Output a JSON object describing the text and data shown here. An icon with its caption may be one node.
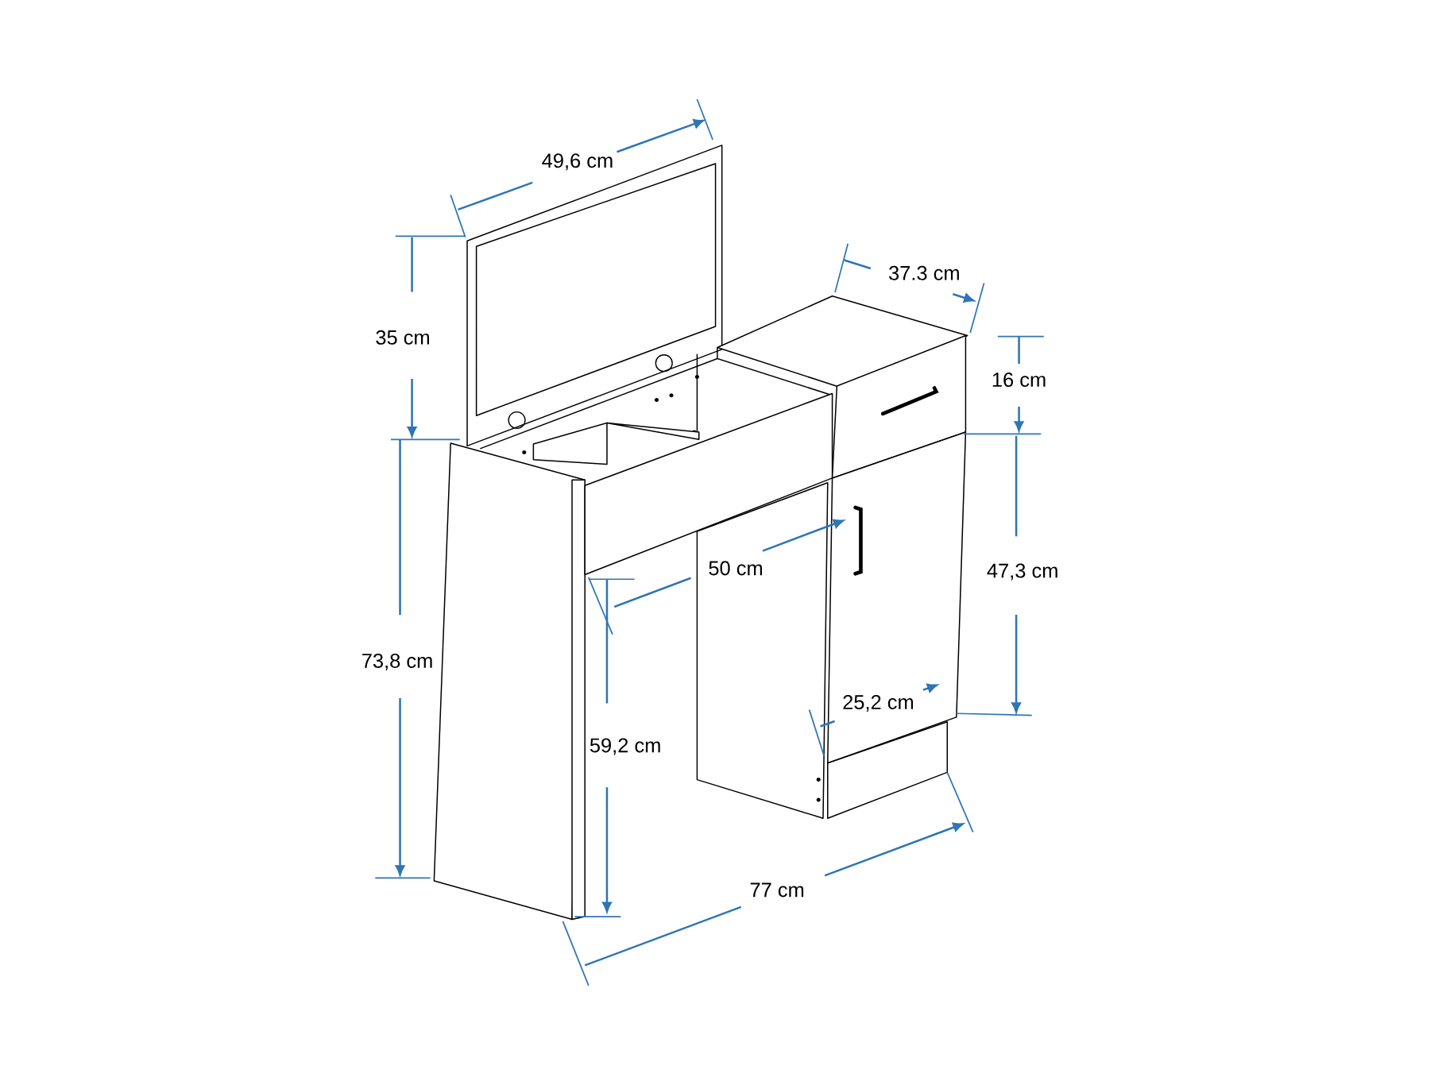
{
  "diagram": {
    "labels": [
      "49,6 cm",
      "37.3 cm",
      "35 cm",
      "16 cm",
      "50 cm",
      "47,3 cm",
      "73,8 cm",
      "25,2 cm",
      "59,2 cm",
      "77 cm"
    ]
  }
}
